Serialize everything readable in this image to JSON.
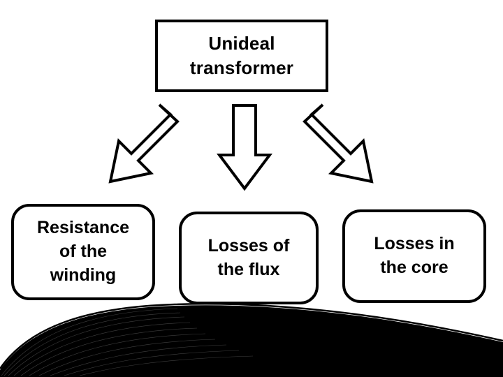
{
  "diagram": {
    "type": "flow-diagram",
    "title_box": {
      "lines": [
        "Unideal",
        "transformer"
      ]
    },
    "leaves": [
      {
        "lines": [
          "Resistance",
          "of the",
          "winding"
        ]
      },
      {
        "lines": [
          "Losses  of",
          "the flux"
        ]
      },
      {
        "lines": [
          "Losses in",
          "the core"
        ]
      }
    ],
    "arrows": [
      {
        "name": "arrow-down-left",
        "direction": "down-left"
      },
      {
        "name": "arrow-down",
        "direction": "down"
      },
      {
        "name": "arrow-down-right",
        "direction": "down-right"
      }
    ],
    "colors": {
      "stroke": "#000000",
      "fill": "#ffffff",
      "background": "#ffffff"
    },
    "decoration": {
      "name": "swoosh-ribbon"
    }
  }
}
